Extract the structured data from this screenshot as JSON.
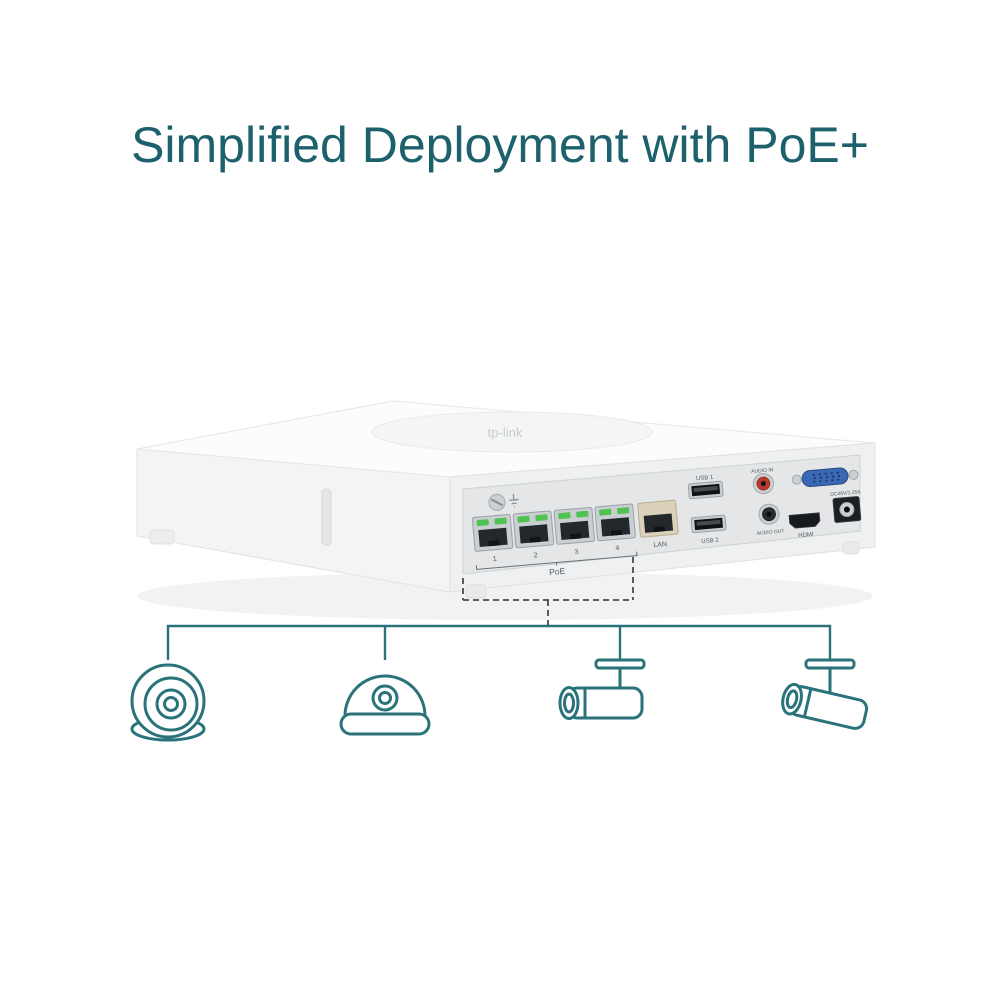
{
  "title": "Simplified Deployment with PoE+",
  "brand_logo_text": "tp-link",
  "colors": {
    "title": "#1c616b",
    "accent": "#2a737b",
    "dashed_line": "#4c4c4c",
    "led_green": "#4fc24f",
    "vga_blue": "#3a68b4",
    "rca_red": "#b8392e"
  },
  "device": {
    "panel": {
      "poe": {
        "label": "PoE",
        "port_numbers": [
          "1",
          "2",
          "3",
          "4"
        ]
      },
      "lan_label": "LAN",
      "usb1_label": "USB 1",
      "usb2_label": "USB 2",
      "audio_in_label": "AUDIO IN",
      "audio_out_label": "AUDIO OUT",
      "hdmi_label": "HDMI",
      "power_label": "DC48V/1.25A"
    }
  },
  "cameras": [
    {
      "name": "dome-camera"
    },
    {
      "name": "turret-camera"
    },
    {
      "name": "bullet-camera"
    },
    {
      "name": "bullet-camera-angled"
    }
  ]
}
